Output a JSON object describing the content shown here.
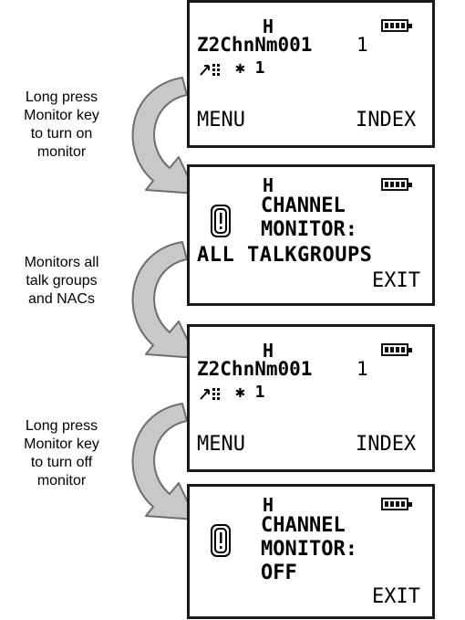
{
  "captions": [
    {
      "lines": [
        "Long press",
        "Monitor key",
        "to turn on",
        "monitor"
      ]
    },
    {
      "lines": [
        "Monitors all",
        "talk groups",
        "and NACs"
      ]
    },
    {
      "lines": [
        "Long press",
        "Monitor key",
        "to turn off",
        "monitor"
      ]
    }
  ],
  "screens": [
    {
      "kind": "channel",
      "power": "H",
      "channel_name": "Z2ChnNm001",
      "channel_number": "1",
      "status": "✱ 1",
      "softkey_left": "MENU",
      "softkey_right": "INDEX",
      "battery_level": 1.0
    },
    {
      "kind": "monitor",
      "power": "H",
      "line1": "CHANNEL",
      "line2": "MONITOR:",
      "line3": "ALL TALKGROUPS",
      "softkey_right": "EXIT",
      "battery_level": 1.0
    },
    {
      "kind": "channel",
      "power": "H",
      "channel_name": "Z2ChnNm001",
      "channel_number": "1",
      "status": "✱ 1",
      "softkey_left": "MENU",
      "softkey_right": "INDEX",
      "battery_level": 1.0
    },
    {
      "kind": "monitor",
      "power": "H",
      "line1": "CHANNEL",
      "line2": "MONITOR:",
      "line3": "OFF",
      "softkey_right": "EXIT",
      "battery_level": 1.0
    }
  ],
  "colors": {
    "arrow_fill": "#c8c8c8",
    "arrow_stroke": "#6e6e6e",
    "screen_border": "#1a1a1a"
  },
  "icons": [
    "signal-scan-icon",
    "monitor-icon",
    "battery-icon",
    "curved-arrow-icon"
  ]
}
